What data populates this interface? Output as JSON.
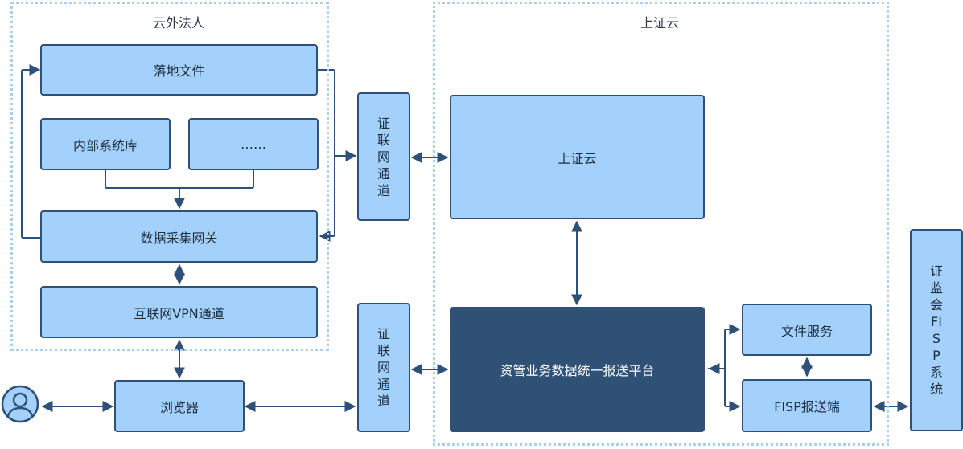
{
  "colors": {
    "node_fill": "#a3d1fb",
    "node_border": "#2d5178",
    "platform_fill": "#2f5176",
    "region_border": "#a9cfee",
    "connector": "#2d5178"
  },
  "regions": {
    "outside": {
      "title": "云外法人"
    },
    "cloud": {
      "title": "上证云"
    }
  },
  "nodes": {
    "landing_files": "落地文件",
    "internal_db": "内部系统库",
    "ellipsis": "……",
    "data_gateway": "数据采集网关",
    "vpn": "互联网VPN通道",
    "channel_top": "证联网通道",
    "channel_bottom": "证联网通道",
    "cloud_box": "上证云",
    "platform": "资管业务数据统一报送平台",
    "file_service": "文件服务",
    "fisp_client": "FISP报送端",
    "csrc_fisp": "证监会FISP系统",
    "browser": "浏览器"
  },
  "icons": {
    "user": "user-circle-icon"
  }
}
